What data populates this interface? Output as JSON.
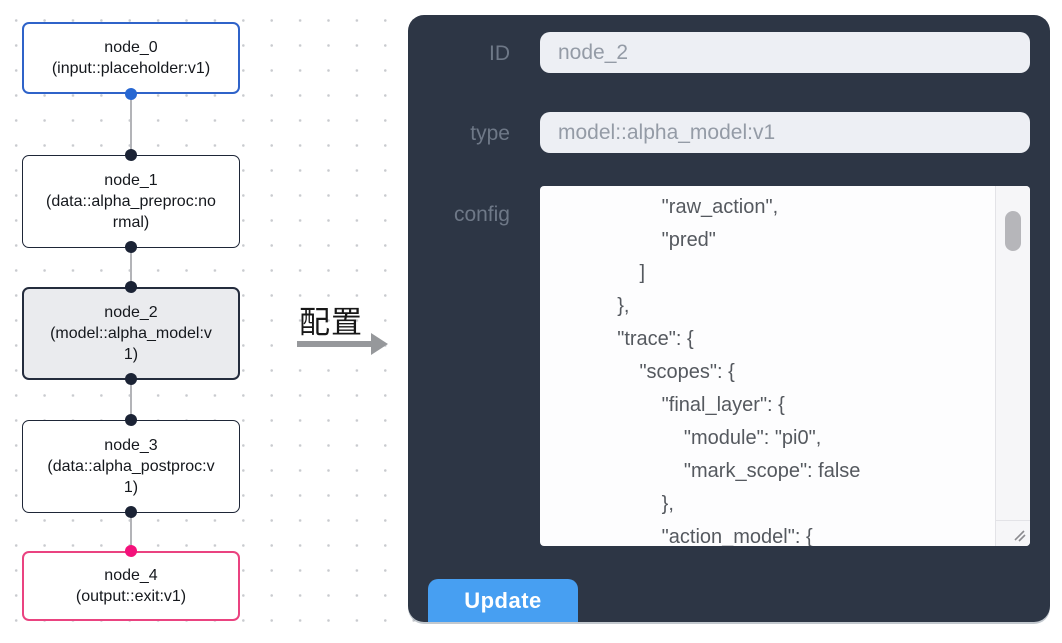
{
  "flow": {
    "nodes": [
      {
        "title": "node_0",
        "subtitle": "(input::placeholder:v1)"
      },
      {
        "title": "node_1",
        "subtitle": "(data::alpha_preproc:normal)"
      },
      {
        "title": "node_2",
        "subtitle": "(model::alpha_model:v1)"
      },
      {
        "title": "node_3",
        "subtitle": "(data::alpha_postproc:v1)"
      },
      {
        "title": "node_4",
        "subtitle": "(output::exit:v1)"
      }
    ],
    "selected_node": "node_2"
  },
  "transition": {
    "label": "配置"
  },
  "panel": {
    "fields": {
      "id": {
        "label": "ID",
        "value": "node_2"
      },
      "type": {
        "label": "type",
        "value": "model::alpha_model:v1"
      },
      "config": {
        "label": "config",
        "value": "            \"raw_action\",\n            \"pred\"\n        ]\n    },\n    \"trace\": {\n        \"scopes\": {\n            \"final_layer\": {\n                \"module\": \"pi0\",\n                \"mark_scope\": false\n            },\n            \"action_model\": {"
      }
    },
    "update_label": "Update"
  },
  "colors": {
    "panel_bg": "#2d3645",
    "input_bg": "#edeff4",
    "button_blue": "#479ff2",
    "node_input_border": "#2f63c9",
    "node_output_border": "#ea4380",
    "node_selected_bg": "#eaebee",
    "port_dark": "#1b2335",
    "port_blue": "#2767d2",
    "port_pink": "#f4117b"
  }
}
